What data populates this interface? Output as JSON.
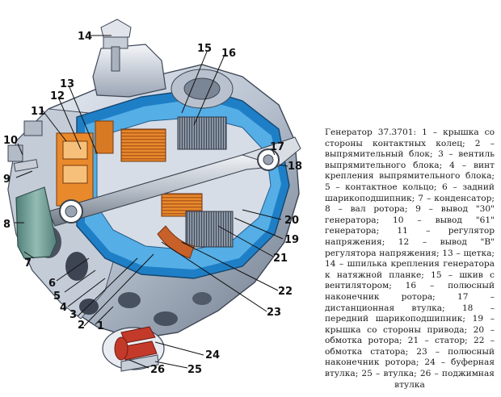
{
  "caption": {
    "text": "Генератор 37.3701: 1 – крышка со стороны контактных колец; 2 – выпрямительный блок; 3 – вентиль выпрямительного блока; 4 – винт крепления выпрямительного блока; 5 – контактное кольцо; 6 – задний шарикоподшипник; 7 – конденсатор; 8 – вал ротора; 9 – вывод \"30\" генератора; 10 – вывод \"61\" генератора; 11 – регулятор напряжения; 12 – вывод \"В\" регулятора напряжения; 13 – щетка; 14 – шпилька крепления генератора к натяжной планке; 15 – шкив с вентилятором; 16 – полюсный наконечник ротора; 17 – дистанционная втулка; 18 – передний шарикоподшипник; 19 – крышка со стороны привода; 20 – обмотка ротора; 21 – статор; 22 – обмотка статора; 23 – полюсный наконечник ротора; 24 – буферная втулка; 25 – втулка; 26 – поджимная втулка"
  },
  "callouts": [
    {
      "id": "c1",
      "label": "1"
    },
    {
      "id": "c2",
      "label": "2"
    },
    {
      "id": "c3",
      "label": "3"
    },
    {
      "id": "c4",
      "label": "4"
    },
    {
      "id": "c5",
      "label": "5"
    },
    {
      "id": "c6",
      "label": "6"
    },
    {
      "id": "c7",
      "label": "7"
    },
    {
      "id": "c8",
      "label": "8"
    },
    {
      "id": "c9",
      "label": "9"
    },
    {
      "id": "c10",
      "label": "10"
    },
    {
      "id": "c11",
      "label": "11"
    },
    {
      "id": "c12",
      "label": "12"
    },
    {
      "id": "c13",
      "label": "13"
    },
    {
      "id": "c14",
      "label": "14"
    },
    {
      "id": "c15",
      "label": "15"
    },
    {
      "id": "c16",
      "label": "16"
    },
    {
      "id": "c17",
      "label": "17"
    },
    {
      "id": "c18",
      "label": "18"
    },
    {
      "id": "c19",
      "label": "19"
    },
    {
      "id": "c20",
      "label": "20"
    },
    {
      "id": "c21",
      "label": "21"
    },
    {
      "id": "c22",
      "label": "22"
    },
    {
      "id": "c23",
      "label": "23"
    },
    {
      "id": "c24",
      "label": "24"
    },
    {
      "id": "c25",
      "label": "25"
    },
    {
      "id": "c26",
      "label": "26"
    }
  ],
  "colors": {
    "housing_light": "#dfe5ee",
    "housing_mid": "#a9b4c4",
    "housing_dark": "#5f6b7c",
    "section_blue": "#2b8fd6",
    "winding_orange": "#e8892b",
    "winding_copper": "#c8602a",
    "capacitor_green": "#6f9d96",
    "shaft_steel": "#c9d0d8",
    "red_bushing": "#c43a2a"
  }
}
